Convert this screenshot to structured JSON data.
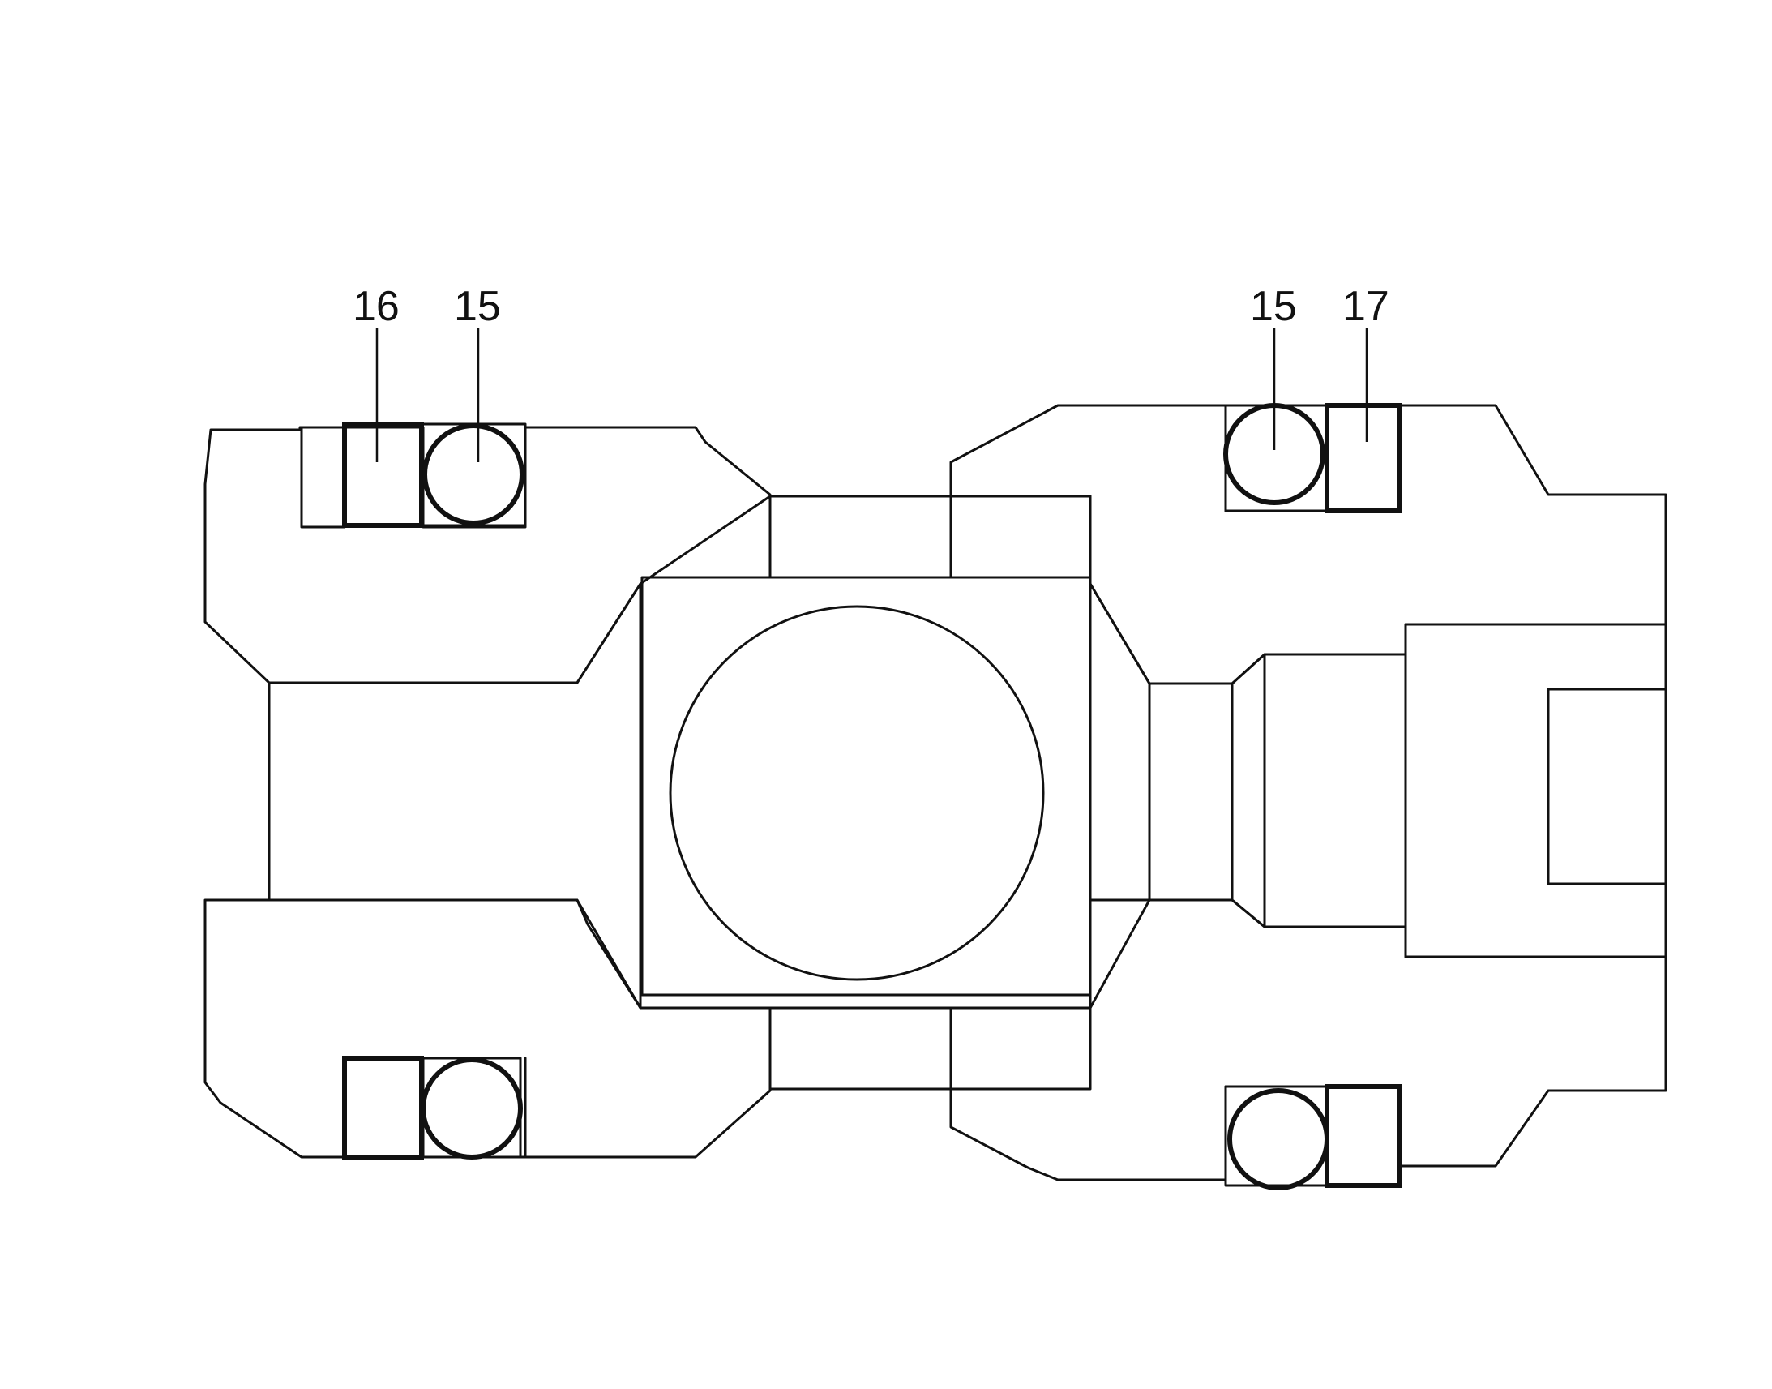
{
  "figure": {
    "reference_numerals": {
      "top_left_seal_ring": "16",
      "top_left_o_ring": "15",
      "top_right_o_ring": "15",
      "top_right_seal_ring": "17"
    },
    "line_color": "#111111",
    "background_color": "#ffffff"
  }
}
